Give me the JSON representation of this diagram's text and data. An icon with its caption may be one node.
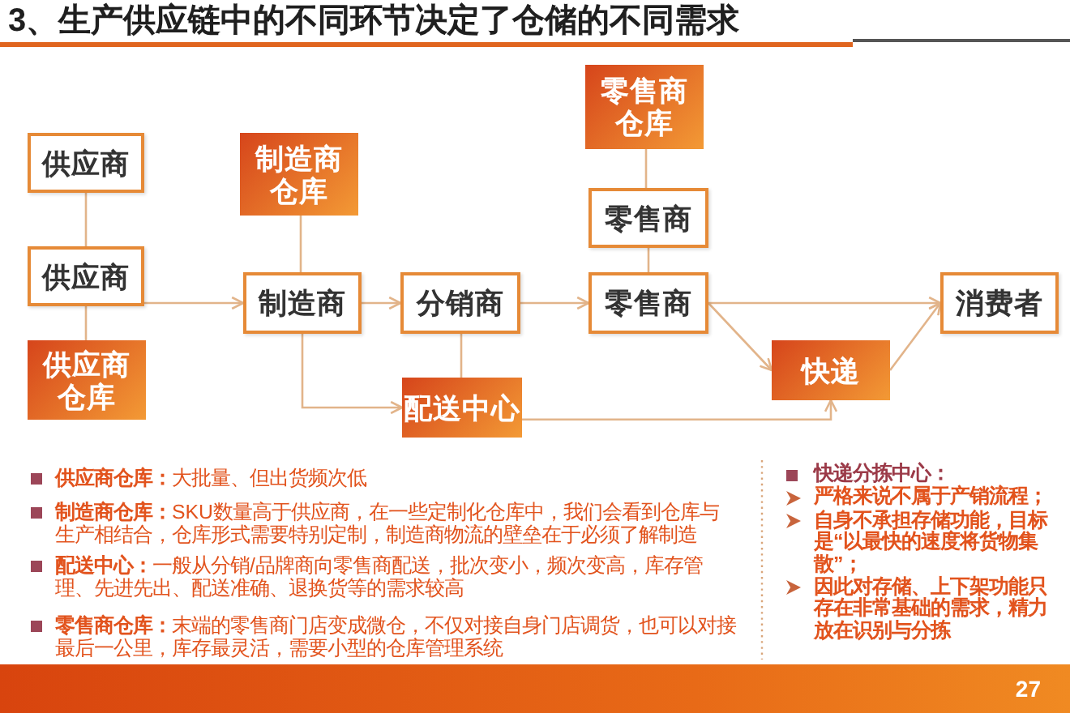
{
  "diagram": {
    "title": "3、生产供应链中的不同环节决定了仓储的不同需求",
    "nodes": [
      {
        "text": [
          "供应商"
        ]
      },
      {
        "text": [
          "供应商"
        ]
      },
      {
        "text": [
          "供应商仓库"
        ]
      },
      {
        "text": [
          "制造商仓库"
        ]
      },
      {
        "text": [
          "制造商"
        ]
      },
      {
        "text": [
          "分销商"
        ]
      },
      {
        "text": [
          "配送中心"
        ]
      },
      {
        "text": [
          "零售商仓库"
        ]
      },
      {
        "text": [
          "零售商"
        ]
      },
      {
        "text": [
          "零售商"
        ]
      },
      {
        "text": [
          "快递"
        ]
      },
      {
        "text": [
          "消费者"
        ]
      }
    ],
    "edges": [
      {
        "from": 0,
        "to": 1,
        "arrow": "none"
      },
      {
        "from": 1,
        "to": 2,
        "arrow": "none"
      },
      {
        "from": 1,
        "to": 4,
        "arrow": "to"
      },
      {
        "from": 3,
        "to": 4,
        "arrow": "none"
      },
      {
        "from": 4,
        "to": 5,
        "arrow": "to"
      },
      {
        "from": 4,
        "to": 6,
        "arrow": "to"
      },
      {
        "from": 5,
        "to": 6,
        "arrow": "none"
      },
      {
        "from": 5,
        "to": 9,
        "arrow": "to"
      },
      {
        "from": 7,
        "to": 8,
        "arrow": "none"
      },
      {
        "from": 8,
        "to": 9,
        "arrow": "none"
      },
      {
        "from": 9,
        "to": 11,
        "arrow": "to"
      },
      {
        "from": 9,
        "to": 10,
        "arrow": "to"
      },
      {
        "from": 6,
        "to": 10,
        "arrow": "to"
      },
      {
        "from": 10,
        "to": 11,
        "arrow": "to"
      }
    ],
    "labels": [
      "**供应商仓库：**大批量、但出货频次低",
      "**制造商仓库：**SKU数量高于供应商，在一些定制化仓库中，我们会看到仓库与生产相结合，仓库形式需要特别定制，制造商物流的壁垒在于必须了解制造",
      "**配送中心：**一般从分销/品牌商向零售商配送，批次变小，频次变高，库存管理、先进先出、配送准确、退换货等的需求较高",
      "**零售商仓库：**末端的零售商门店变成微仓，不仅对接自身门店调货，也可以对接最后一公里，库存最灵活，需要小型的仓库管理系统",
      "快递分拣中心：",
      "严格来说不属于产销流程；",
      "自身不承担存储功能，目标是“以最快的速度将货物集散”；",
      "因此对存储、上下架功能只存在非常基础的需求，精力放在识别与分拣",
      "27"
    ]
  }
}
